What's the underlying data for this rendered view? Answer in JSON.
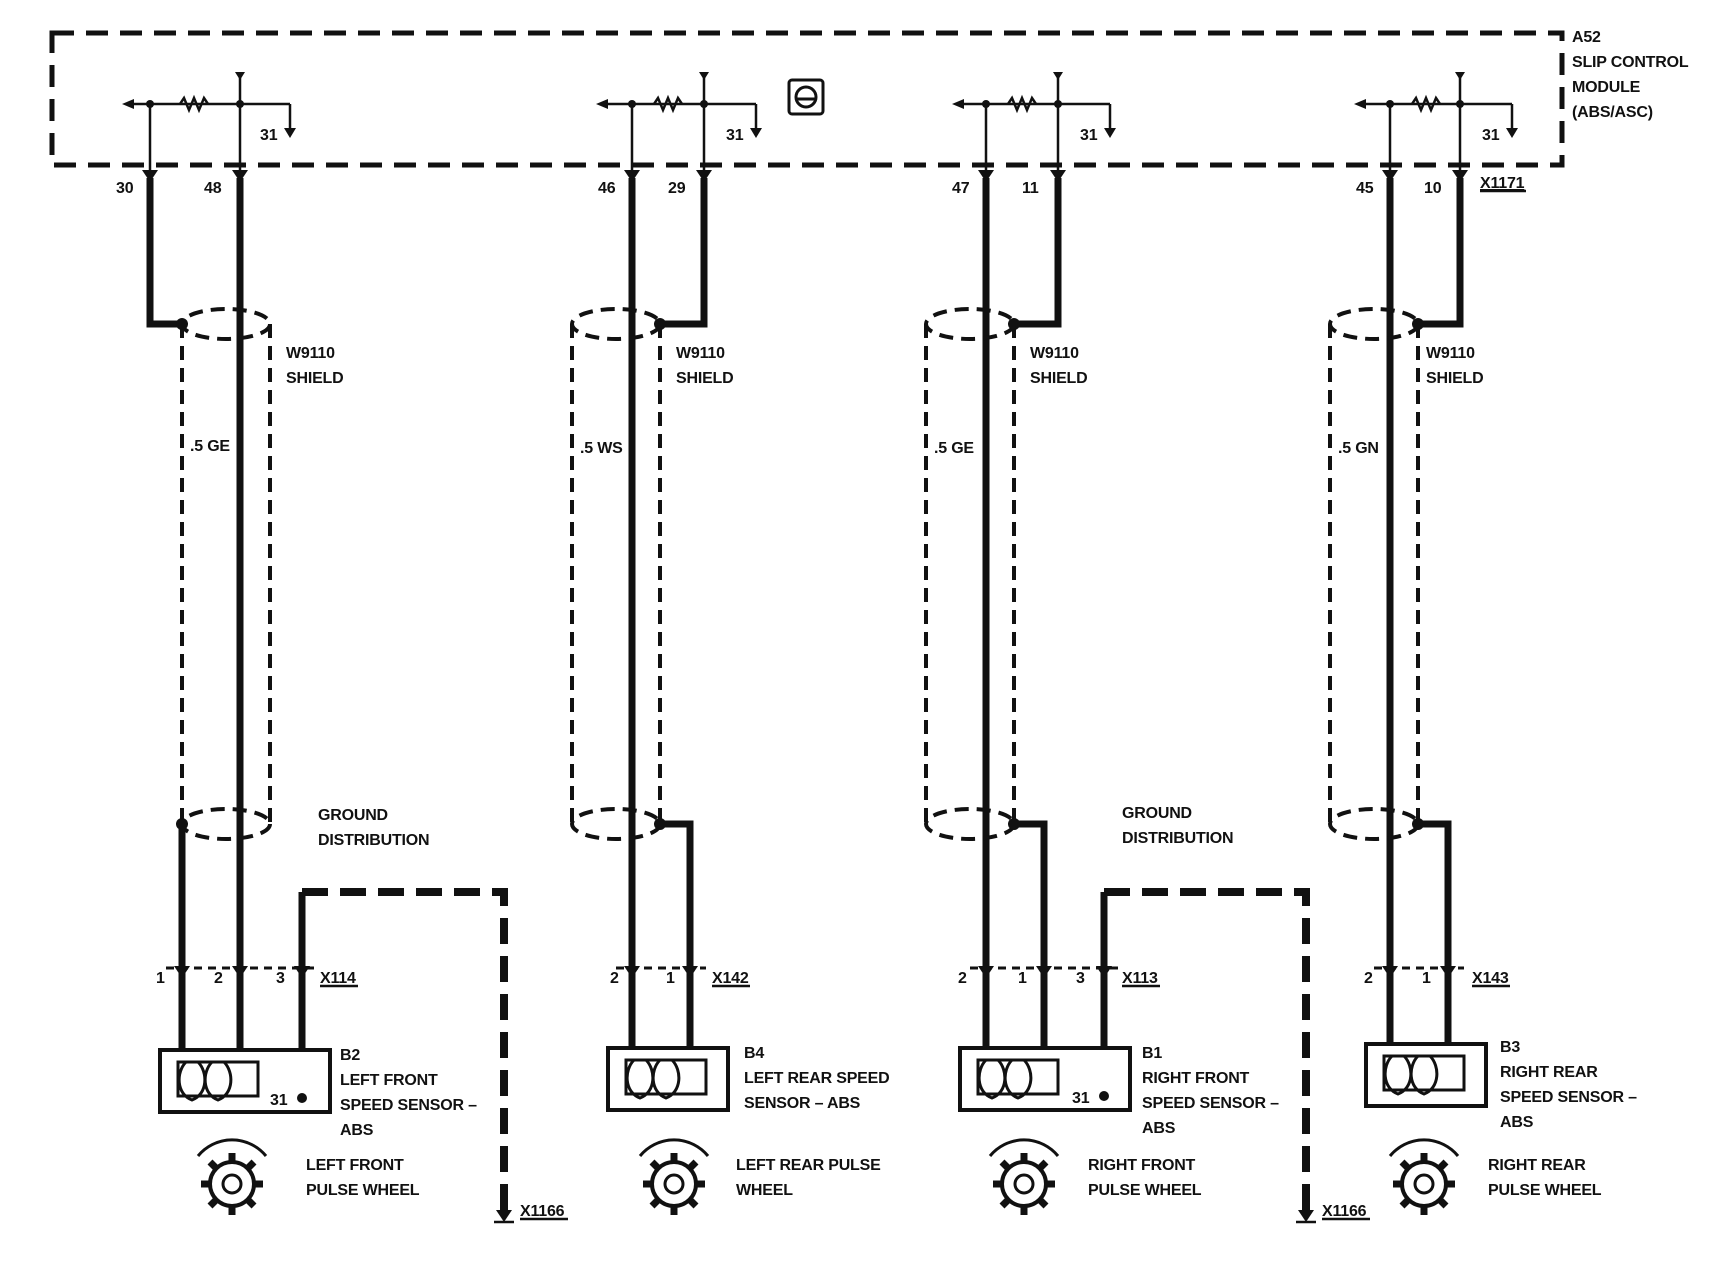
{
  "module": {
    "id": "A52",
    "name_lines": [
      "SLIP CONTROL",
      "MODULE",
      "(ABS/ASC)"
    ],
    "connector": "X1171",
    "ground_pin": "31"
  },
  "channels": [
    {
      "top_pins": [
        "30",
        "48"
      ],
      "shield": "W9110",
      "shield_label": "SHIELD",
      "wire": ".5 GE",
      "connector": "X114",
      "bottom_pins": [
        "1",
        "2",
        "3"
      ],
      "sensor_id": "B2",
      "sensor_lines": [
        "LEFT FRONT",
        "SPEED SENSOR –",
        "ABS"
      ],
      "sensor_ground": "31",
      "wheel_lines": [
        "LEFT FRONT",
        "PULSE WHEEL"
      ]
    },
    {
      "top_pins": [
        "46",
        "29"
      ],
      "shield": "W9110",
      "shield_label": "SHIELD",
      "wire": ".5 WS",
      "connector": "X142",
      "bottom_pins": [
        "2",
        "1"
      ],
      "sensor_id": "B4",
      "sensor_lines": [
        "LEFT REAR SPEED",
        "SENSOR – ABS"
      ],
      "wheel_lines": [
        "LEFT REAR PULSE",
        "WHEEL"
      ]
    },
    {
      "top_pins": [
        "47",
        "11"
      ],
      "shield": "W9110",
      "shield_label": "SHIELD",
      "wire": ".5 GE",
      "connector": "X113",
      "bottom_pins": [
        "2",
        "1",
        "3"
      ],
      "sensor_id": "B1",
      "sensor_lines": [
        "RIGHT FRONT",
        "SPEED SENSOR –",
        "ABS"
      ],
      "sensor_ground": "31",
      "wheel_lines": [
        "RIGHT FRONT",
        "PULSE WHEEL"
      ]
    },
    {
      "top_pins": [
        "45",
        "10"
      ],
      "shield": "W9110",
      "shield_label": "SHIELD",
      "wire": ".5 GN",
      "connector": "X143",
      "bottom_pins": [
        "2",
        "1"
      ],
      "sensor_id": "B3",
      "sensor_lines": [
        "RIGHT REAR",
        "SPEED SENSOR –",
        "ABS"
      ],
      "wheel_lines": [
        "RIGHT REAR",
        "PULSE WHEEL"
      ]
    }
  ],
  "ground_distribution": {
    "label_lines": [
      "GROUND",
      "DISTRIBUTION"
    ],
    "ground_point": "X1166"
  }
}
